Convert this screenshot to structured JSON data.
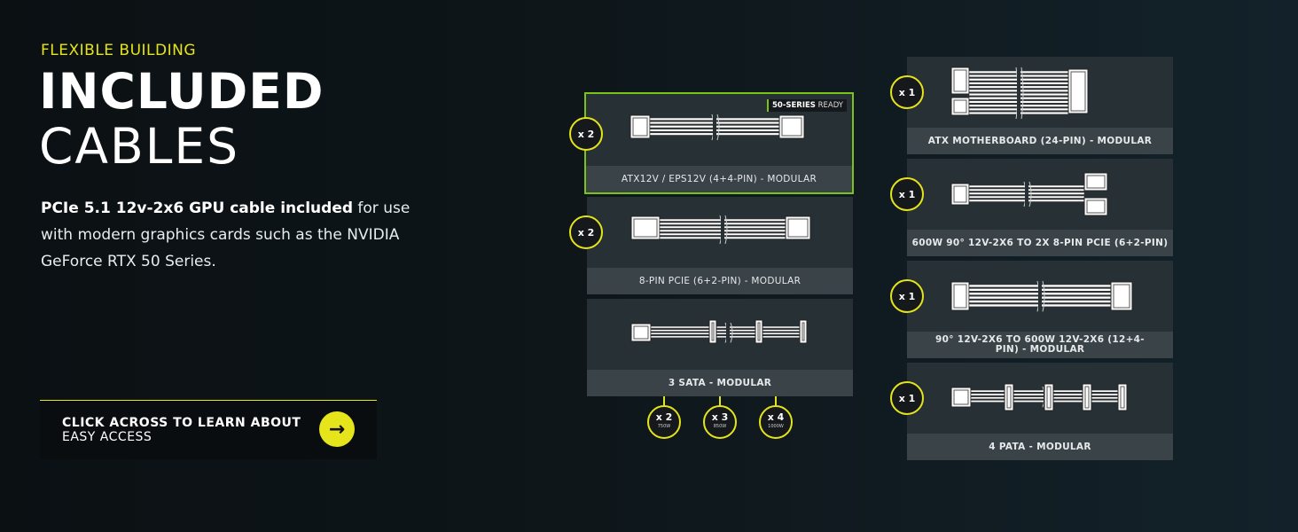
{
  "hero": {
    "eyebrow": "FLEXIBLE BUILDING",
    "title_bold": "INCLUDED",
    "title_light": "CABLES",
    "desc_bold": "PCIe 5.1 12v-2x6 GPU cable included",
    "desc_rest": " for use with modern graphics cards such as the NVIDIA GeForce RTX 50 Series."
  },
  "cta": {
    "line1": "CLICK ACROSS TO LEARN ABOUT",
    "line2": "EASY ACCESS",
    "arrow": "→"
  },
  "badge": {
    "bold": "50-SERIES",
    "rest": " READY"
  },
  "cables": [
    {
      "label": "ATX12V / EPS12V (4+4-PIN) - MODULAR",
      "qty": "x 2"
    },
    {
      "label": "8-PIN PCIE (6+2-PIN) - MODULAR",
      "qty": "x 2"
    },
    {
      "label": "3 SATA - MODULAR",
      "qty": ""
    },
    {
      "label": "ATX MOTHERBOARD (24-PIN) - MODULAR",
      "qty": "x 1"
    },
    {
      "label": "600W 90° 12V-2X6 TO 2X 8-PIN PCIE (6+2-PIN)",
      "qty": "x 1"
    },
    {
      "label": "90° 12V-2X6 TO 600W 12V-2X6 (12+4-PIN) - MODULAR",
      "qty": "x 1"
    },
    {
      "label": "4 PATA - MODULAR",
      "qty": "x 1"
    }
  ],
  "sata_qty": [
    {
      "qty": "x 2",
      "model": "750W"
    },
    {
      "qty": "x 3",
      "model": "850W"
    },
    {
      "qty": "x 4",
      "model": "1000W"
    }
  ],
  "colors": {
    "accent": "#e5e41b",
    "highlight": "#7cc318"
  }
}
